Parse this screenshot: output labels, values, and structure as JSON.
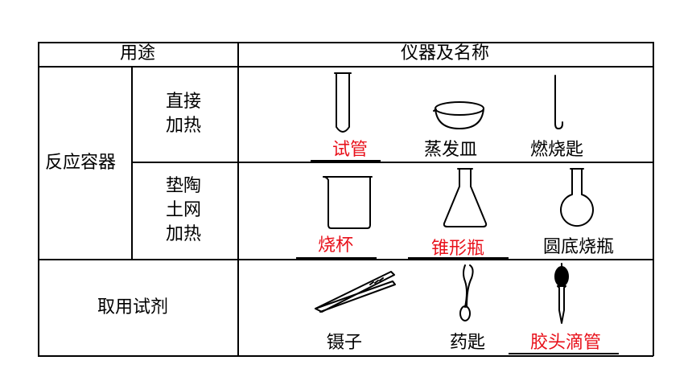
{
  "table": {
    "header": {
      "usage": "用途",
      "instruments": "仪器及名称"
    },
    "rows": {
      "reaction": {
        "label": "反应容器",
        "direct": {
          "label_line1": "直接",
          "label_line2": "加热",
          "items": [
            "试管",
            "蒸发皿",
            "燃烧匙"
          ]
        },
        "gauze": {
          "label_line1": "垫陶",
          "label_line2": "土网",
          "label_line3": "加热",
          "items": [
            "烧杯",
            "锥形瓶",
            "圆底烧瓶"
          ]
        }
      },
      "taking": {
        "label": "取用试剂",
        "items": [
          "镊子",
          "药匙",
          "胶头滴管"
        ]
      }
    }
  },
  "colors": {
    "answer": "#e8101a",
    "text": "#000000"
  },
  "icons": [
    "test-tube-icon",
    "evaporating-dish-icon",
    "combustion-spoon-icon",
    "beaker-icon",
    "erlenmeyer-flask-icon",
    "round-bottom-flask-icon",
    "tweezers-icon",
    "medicine-spoon-icon",
    "dropper-icon"
  ]
}
